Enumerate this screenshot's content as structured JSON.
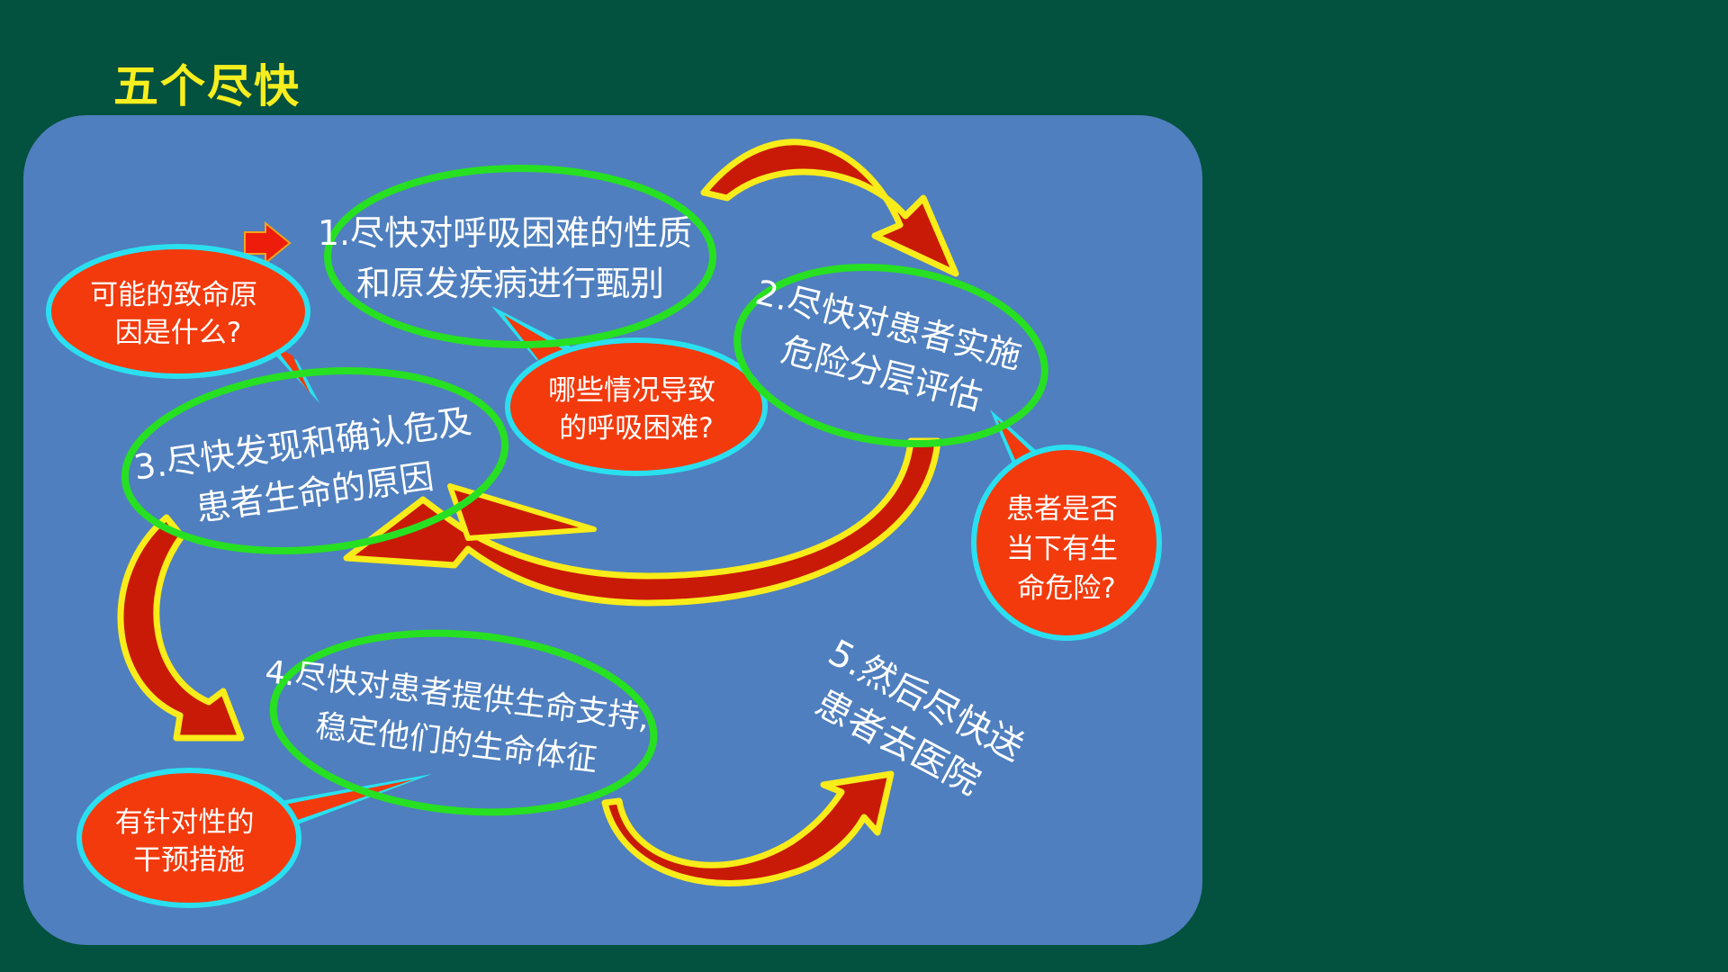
{
  "title": "五个尽快",
  "steps": [
    {
      "lines": [
        "1.尽快对呼吸困难的性质",
        "和原发疾病进行甄别"
      ]
    },
    {
      "lines": [
        "2.尽快对患者实施",
        "危险分层评估"
      ]
    },
    {
      "lines": [
        "3.尽快发现和确认危及",
        "患者生命的原因"
      ]
    },
    {
      "lines": [
        "4.尽快对患者提供生命支持,",
        "稳定他们的生命体征"
      ]
    },
    {
      "lines": [
        "5.然后尽快送",
        "患者去医院"
      ]
    }
  ],
  "bubbles": [
    {
      "lines": [
        "可能的致命原",
        "因是什么?"
      ]
    },
    {
      "lines": [
        "哪些情况导致",
        "的呼吸困难?"
      ]
    },
    {
      "lines": [
        "患者是否",
        "当下有生",
        "命危险?"
      ]
    },
    {
      "lines": [
        "有针对性的",
        "干预措施"
      ]
    }
  ],
  "colors": {
    "background": "#03513f",
    "board": "#4f7fbe",
    "title": "#f6ee1e",
    "ellipse_outline": "#27e022",
    "bubble_fill": "#f23a0c",
    "bubble_outline": "#2ae0f0",
    "arrow_fill": "#c91a08",
    "arrow_outline": "#f8ec1a"
  }
}
